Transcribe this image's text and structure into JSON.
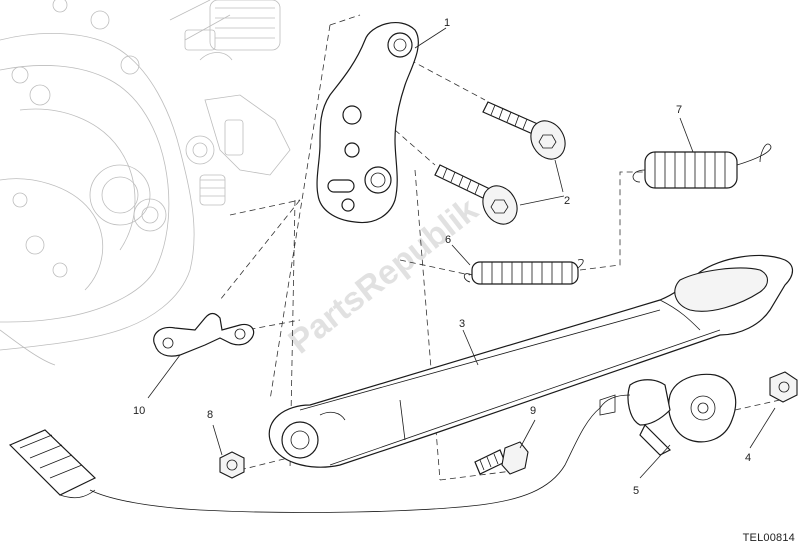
{
  "callouts": {
    "c1": "1",
    "c2": "2",
    "c3": "3",
    "c4": "4",
    "c5": "5",
    "c6": "6",
    "c7": "7",
    "c8": "8",
    "c9": "9",
    "c10": "10"
  },
  "reference_code": "TEL00814",
  "watermark": "PartsRepublik"
}
